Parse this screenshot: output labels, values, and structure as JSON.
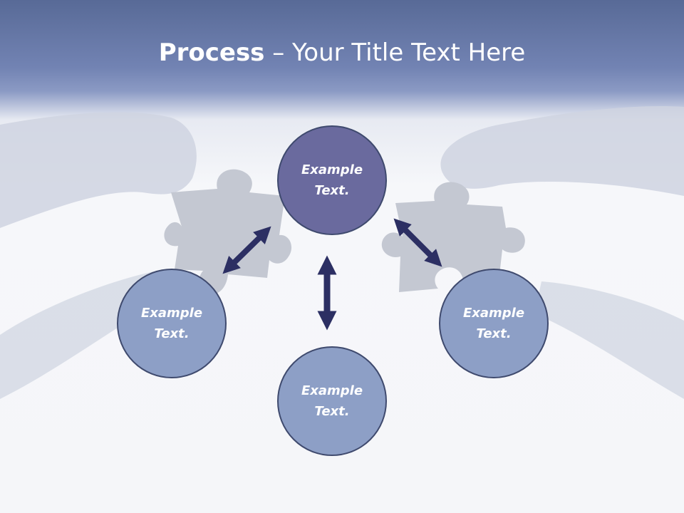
{
  "slide": {
    "title_bold": "Process",
    "title_rest": " – Your Title Text Here"
  },
  "diagram": {
    "top_node": "Example Text.",
    "left_node": "Example Text.",
    "right_node": "Example Text.",
    "bottom_node": "Example Text."
  },
  "colors": {
    "header": "#6d7eb0",
    "main_node": "#6a6a9e",
    "sub_node": "#8d9fc6",
    "arrow": "#2c2f63"
  }
}
